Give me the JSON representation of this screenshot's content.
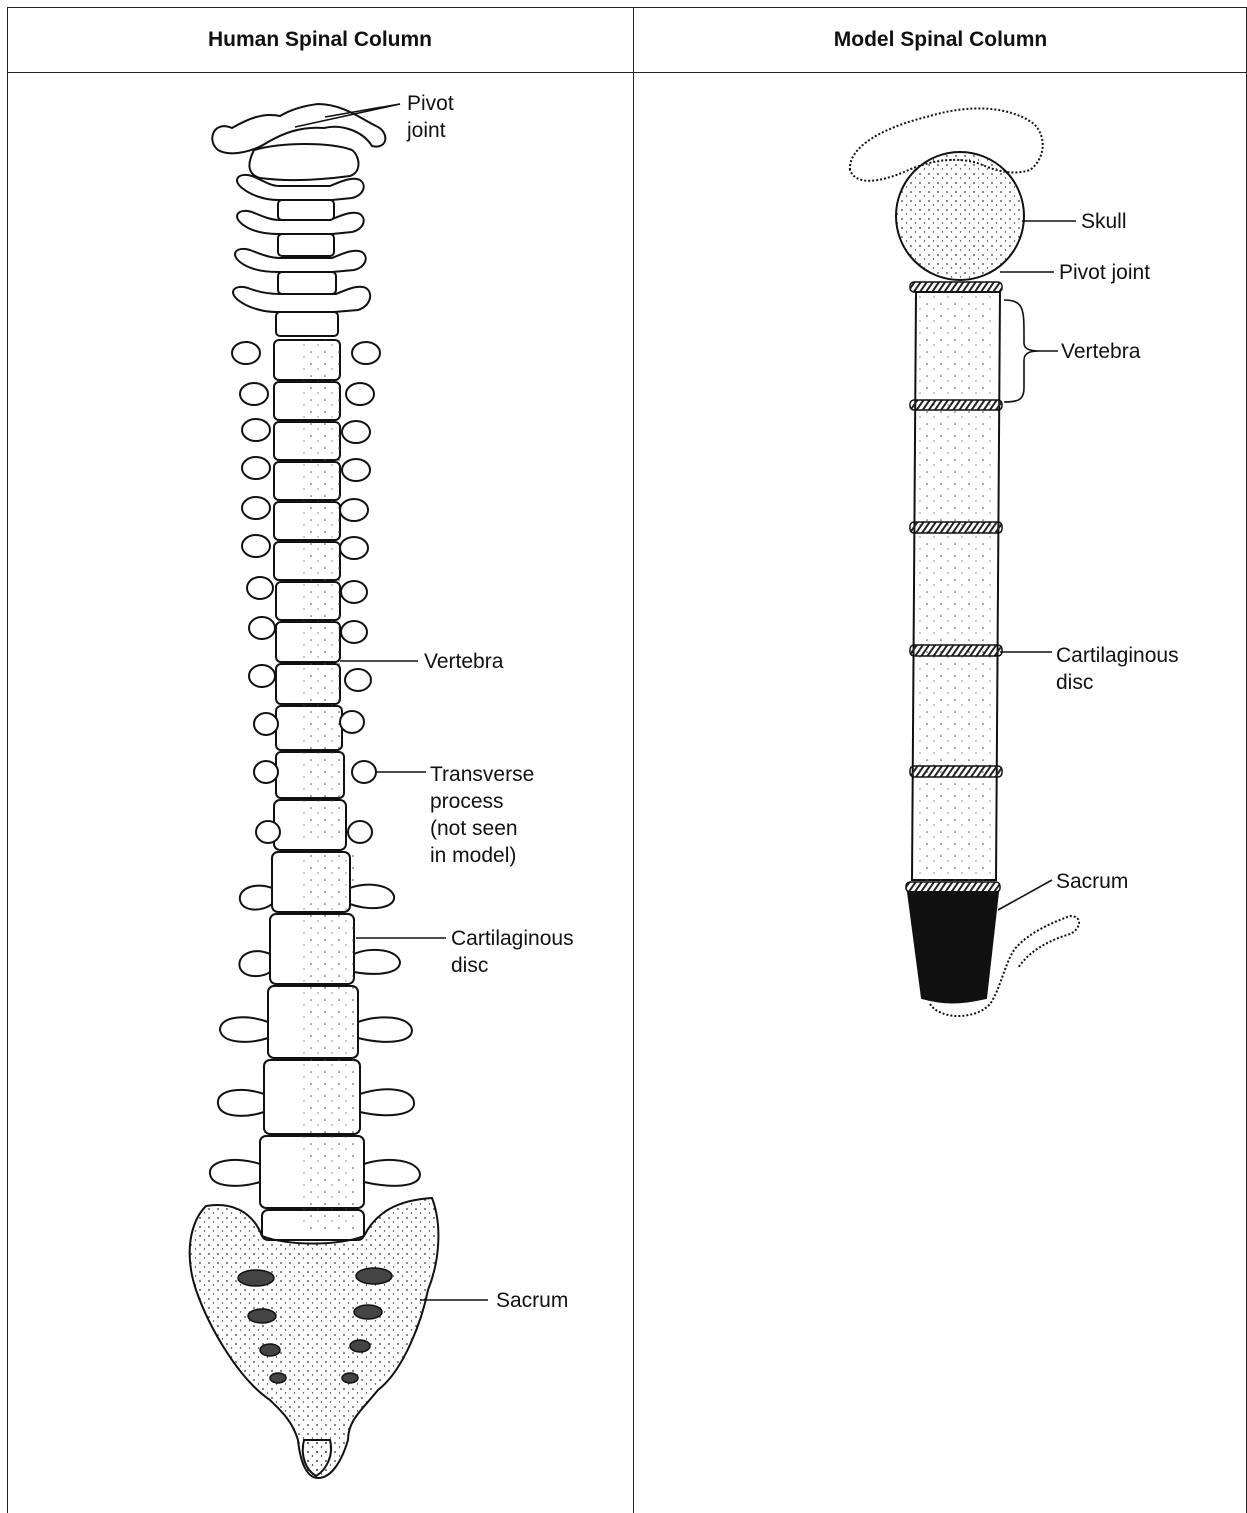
{
  "headers": {
    "human": "Human Spinal Column",
    "model": "Model Spinal Column"
  },
  "human_labels": {
    "pivot_joint": [
      "Pivot",
      "joint"
    ],
    "vertebra": "Vertebra",
    "transverse_process": [
      "Transverse",
      "process",
      "(not seen",
      "in model)"
    ],
    "cartilaginous_disc": [
      "Cartilaginous",
      "disc"
    ],
    "sacrum": "Sacrum"
  },
  "model_labels": {
    "skull": "Skull",
    "pivot_joint": "Pivot joint",
    "vertebra": "Vertebra",
    "cartilaginous_disc": [
      "Cartilaginous",
      "disc"
    ],
    "sacrum": "Sacrum"
  }
}
